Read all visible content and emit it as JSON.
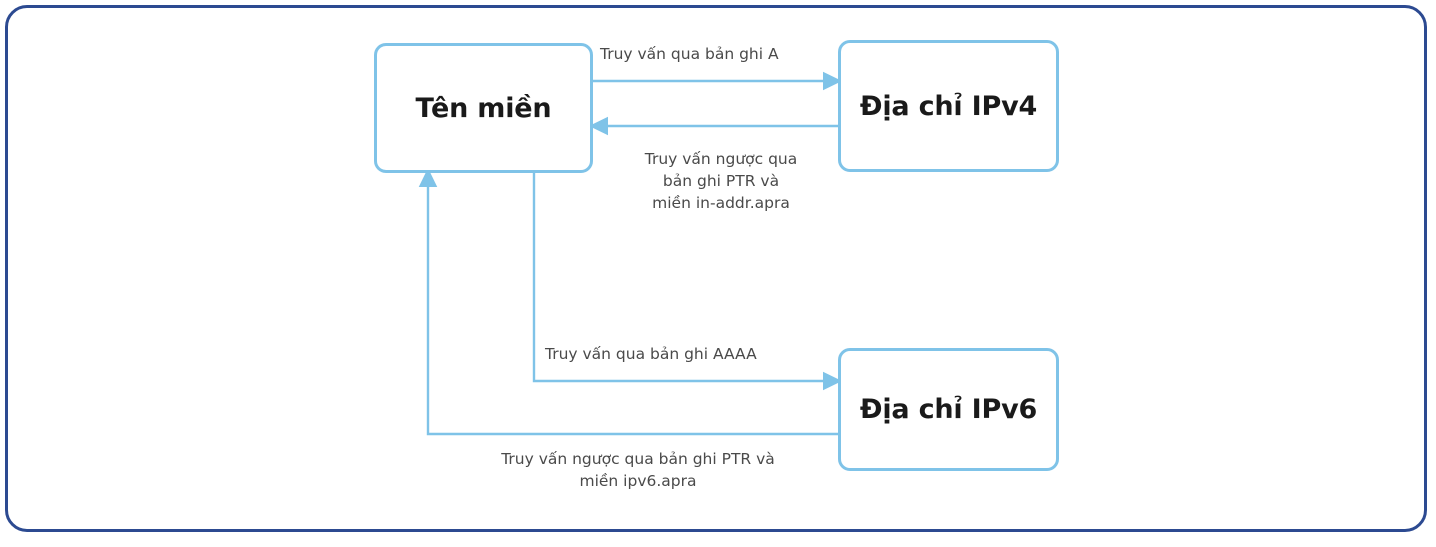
{
  "diagram": {
    "title": "DNS record resolution diagram",
    "frame_color": "#2C4A91",
    "wire_color": "#7FC3E8",
    "node_border_color": "#7FC3E8",
    "label_color": "#4A4A4A",
    "node_text_color": "#1A1A1A"
  },
  "nodes": {
    "domain": {
      "label": "Tên miền"
    },
    "ipv4": {
      "label": "Địa chỉ IPv4"
    },
    "ipv6": {
      "label": "Địa chỉ IPv6"
    }
  },
  "edges": {
    "domain_to_ipv4": {
      "label": "Truy vấn qua bản ghi A"
    },
    "ipv4_to_domain": {
      "label": "Truy vấn ngược qua\nbản ghi PTR và\nmiền in-addr.apra"
    },
    "domain_to_ipv6": {
      "label": "Truy vấn qua bản ghi AAAA"
    },
    "ipv6_to_domain": {
      "label": "Truy vấn ngược qua bản ghi PTR và\nmiền ipv6.apra"
    }
  }
}
